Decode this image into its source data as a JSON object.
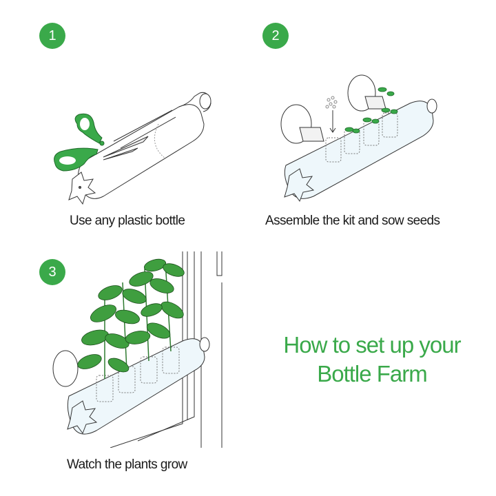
{
  "colors": {
    "accent": "#3aa94a",
    "text": "#1a1a1a",
    "leaf": "#3f9e3f",
    "background": "#ffffff"
  },
  "steps": [
    {
      "number": "1",
      "caption": "Use any plastic bottle",
      "illustration": "bottle-with-scissors-icon"
    },
    {
      "number": "2",
      "caption": "Assemble the kit and sow seeds",
      "illustration": "bottle-farm-kit-with-seedlings-icon"
    },
    {
      "number": "3",
      "caption": "Watch the plants grow",
      "illustration": "bottle-farm-with-basil-on-window-icon"
    }
  ],
  "title": {
    "line1": "How to set up your",
    "line2": "Bottle Farm"
  }
}
